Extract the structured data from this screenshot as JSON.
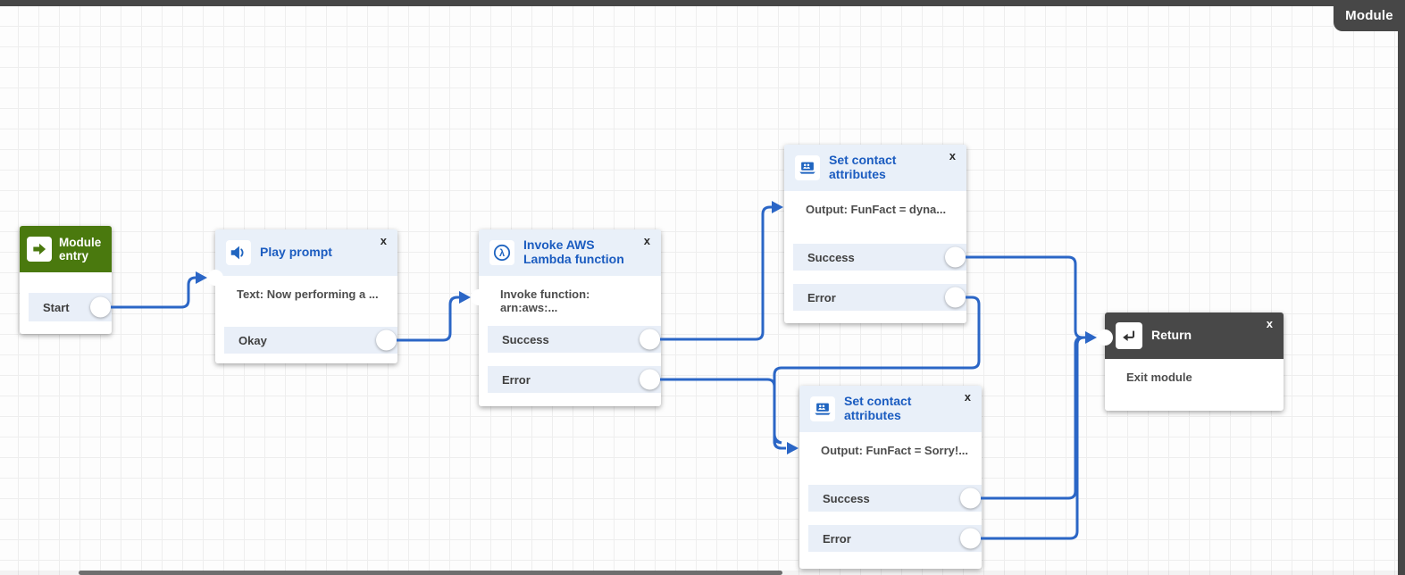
{
  "frame": {
    "module_tab_label": "Module"
  },
  "ui": {
    "close_label": "x"
  },
  "colors": {
    "connector_blue": "#2b66c6",
    "title_blue": "#1b5cc0",
    "entry_green": "#4a790e",
    "frame_dark": "#474747",
    "row_bg": "#e9eff8",
    "header_bg": "#e9f0f9"
  },
  "icons": {
    "module_entry": "arrow-right-icon",
    "play_prompt": "speaker-icon",
    "invoke_lambda": "lambda-icon",
    "set_contact": "contact-attributes-icon",
    "return": "return-arrow-icon"
  },
  "nodes": {
    "module_entry": {
      "title": "Module entry",
      "outputs": [
        "Start"
      ]
    },
    "play_prompt": {
      "title": "Play prompt",
      "body": "Text: Now performing a ...",
      "outputs": [
        "Okay"
      ]
    },
    "invoke_lambda": {
      "title": "Invoke AWS Lambda function",
      "body": "Invoke function: arn:aws:...",
      "outputs": [
        "Success",
        "Error"
      ]
    },
    "set_contact_1": {
      "title": "Set contact attributes",
      "body": "Output: FunFact = dyna...",
      "outputs": [
        "Success",
        "Error"
      ]
    },
    "set_contact_2": {
      "title": "Set contact attributes",
      "body": "Output: FunFact = Sorry!...",
      "outputs": [
        "Success",
        "Error"
      ]
    },
    "return": {
      "title": "Return",
      "body": "Exit module"
    }
  }
}
